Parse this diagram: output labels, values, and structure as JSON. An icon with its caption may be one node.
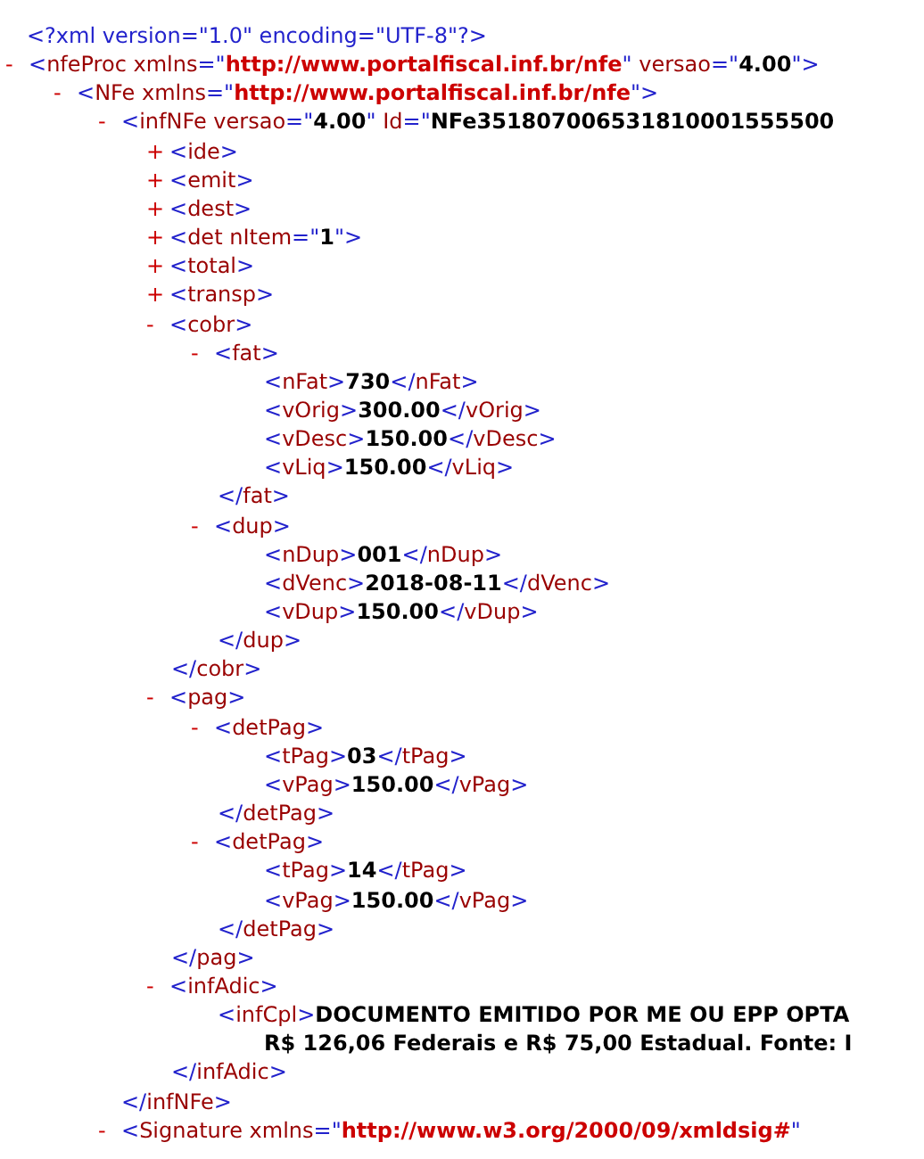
{
  "diagram": {
    "labels": [
      "<?xml version=\"1.0\" encoding=\"UTF-8\"?>",
      "- <nfeProc xmlns=\"http://www.portalfiscal.inf.br/nfe\" versao=\"4.00\">",
      "- <NFe xmlns=\"http://www.portalfiscal.inf.br/nfe\">",
      "- <infNFe versao=\"4.00\" Id=\"NFe351807006531810001555500",
      "+ <ide>",
      "+ <emit>",
      "+ <dest>",
      "+ <det nItem=\"1\">",
      "+ <total>",
      "+ <transp>",
      "- <cobr>",
      "- <fat>",
      "<nFat>730</nFat>",
      "<vOrig>300.00</vOrig>",
      "<vDesc>150.00</vDesc>",
      "<vLiq>150.00</vLiq>",
      "</fat>",
      "- <dup>",
      "<nDup>001</nDup>",
      "<dVenc>2018-08-11</dVenc>",
      "<vDup>150.00</vDup>",
      "</dup>",
      "</cobr>",
      "- <pag>",
      "- <detPag>",
      "<tPag>03</tPag>",
      "<vPag>150.00</vPag>",
      "</detPag>",
      "- <detPag>",
      "<tPag>14</tPag>",
      "<vPag>150.00</vPag>",
      "</detPag>",
      "</pag>",
      "- <infAdic>",
      "<infCpl>DOCUMENTO EMITIDO POR ME OU EPP OPTA",
      "R$ 126,06 Federais e R$ 75,00 Estadual. Fonte: I",
      "</infAdic>",
      "</infNFe>",
      "- <Signature xmlns=\"http://www.w3.org/2000/09/xmldsig#\""
    ]
  }
}
